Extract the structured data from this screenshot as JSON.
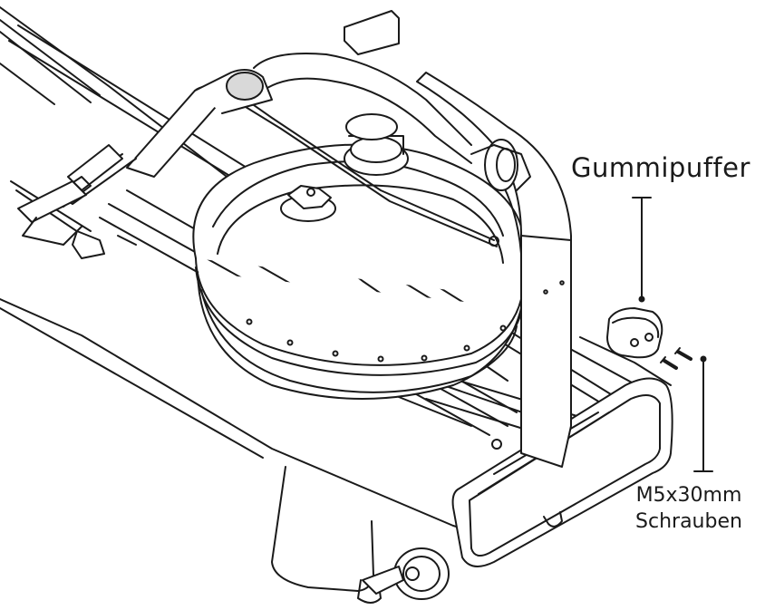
{
  "callouts": {
    "rubber_buffer": "Gummipuffer",
    "screws_line1": "M5x30mm",
    "screws_line2": "Schrauben"
  },
  "colors": {
    "line": "#1a1a1a",
    "fill": "#ffffff",
    "shade": "#d9d9d9"
  }
}
